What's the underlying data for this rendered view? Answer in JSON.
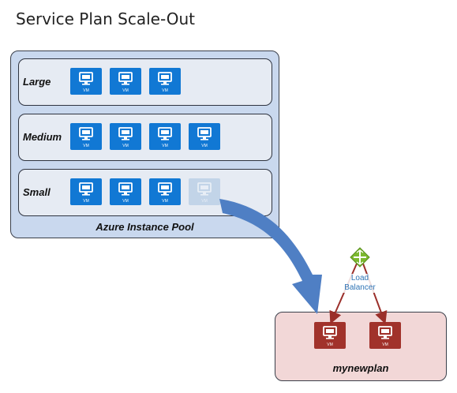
{
  "title": "Service Plan Scale-Out",
  "pool": {
    "label": "Azure Instance Pool",
    "tiers": [
      {
        "label": "Large",
        "vm_count": 3,
        "faded_count": 0
      },
      {
        "label": "Medium",
        "vm_count": 4,
        "faded_count": 0
      },
      {
        "label": "Small",
        "vm_count": 3,
        "faded_count": 1
      }
    ]
  },
  "plan": {
    "label": "mynewplan",
    "vm_count": 2
  },
  "load_balancer": {
    "label": "Load Balancer",
    "icon": "load-balancer-icon"
  },
  "vm_icon_text": "VM",
  "colors": {
    "vm_blue": "#1178d4",
    "vm_faded": "#c2d4e8",
    "vm_red": "#a1322b",
    "arrow_blue": "#4f7fc4",
    "arrow_red": "#9b2f2a",
    "pool_bg": "#c9d8ee",
    "plan_bg": "#f2d7d7",
    "lb_green": "#7cb82f"
  }
}
